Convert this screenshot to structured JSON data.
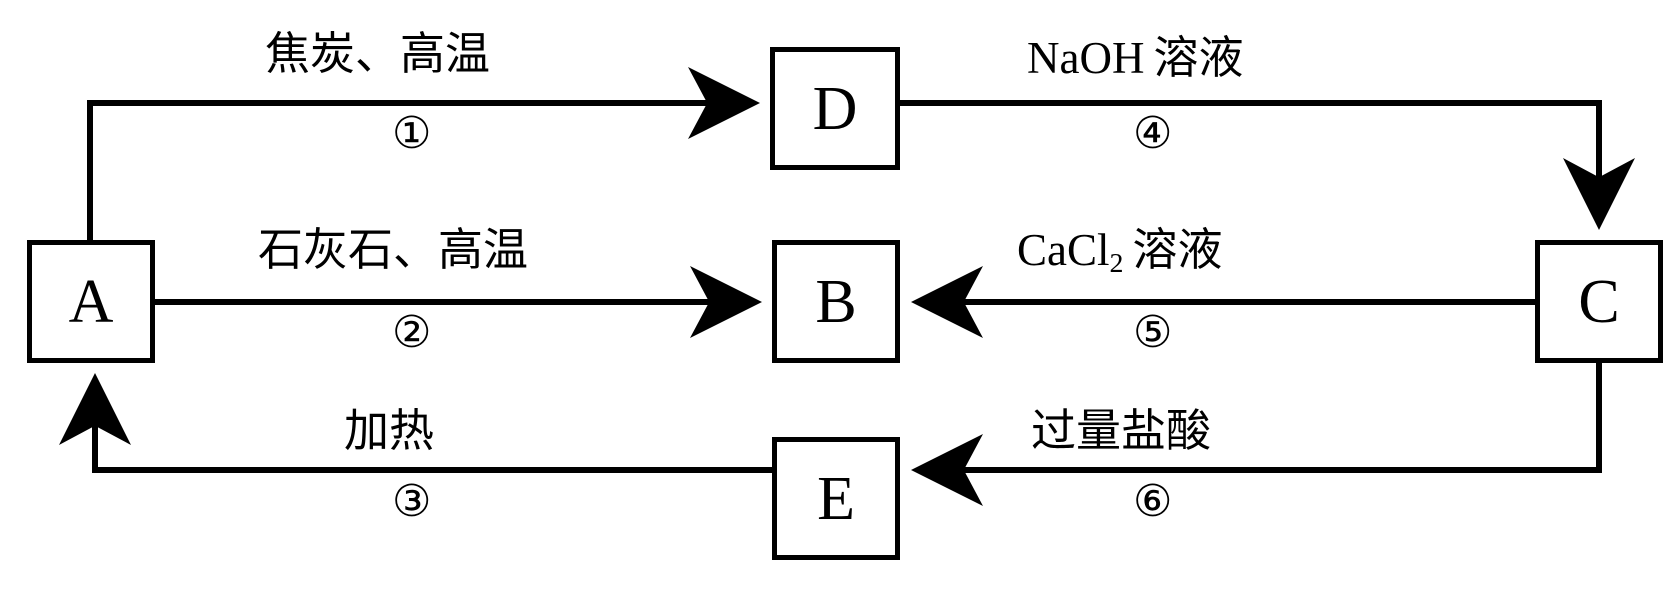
{
  "diagram": {
    "type": "chemistry-transformation-flowchart",
    "background_color": "#ffffff",
    "line_color": "#000000",
    "nodes": [
      {
        "id": "A",
        "label": "A"
      },
      {
        "id": "B",
        "label": "B"
      },
      {
        "id": "C",
        "label": "C"
      },
      {
        "id": "D",
        "label": "D"
      },
      {
        "id": "E",
        "label": "E"
      }
    ],
    "edges": [
      {
        "step": "①",
        "from": "A",
        "to": "D",
        "reagent_text": "焦炭、高温",
        "reagent_parts": [
          {
            "kind": "cjk",
            "text": "焦炭、高温"
          }
        ]
      },
      {
        "step": "②",
        "from": "A",
        "to": "B",
        "reagent_text": "石灰石、高温",
        "reagent_parts": [
          {
            "kind": "cjk",
            "text": "石灰石、高温"
          }
        ]
      },
      {
        "step": "③",
        "from": "E",
        "to": "A",
        "reagent_text": "加热",
        "reagent_parts": [
          {
            "kind": "cjk",
            "text": "加热"
          }
        ]
      },
      {
        "step": "④",
        "from": "D",
        "to": "C",
        "reagent_text": "NaOH 溶液",
        "reagent_parts": [
          {
            "kind": "formula",
            "text": "NaOH"
          },
          {
            "kind": "gap"
          },
          {
            "kind": "cjk",
            "text": "溶液"
          }
        ]
      },
      {
        "step": "⑤",
        "from": "C",
        "to": "B",
        "reagent_text": "CaCl2 溶液",
        "reagent_parts": [
          {
            "kind": "formula",
            "text": "CaCl",
            "sub": "2"
          },
          {
            "kind": "gap"
          },
          {
            "kind": "cjk",
            "text": "溶液"
          }
        ]
      },
      {
        "step": "⑥",
        "from": "C",
        "to": "E",
        "reagent_text": "过量盐酸",
        "reagent_parts": [
          {
            "kind": "cjk",
            "text": "过量盐酸"
          }
        ]
      }
    ],
    "labels": {
      "node_a": "A",
      "node_b": "B",
      "node_c": "C",
      "node_d": "D",
      "node_e": "E",
      "reagent_1": "焦炭、高温",
      "reagent_2": "石灰石、高温",
      "reagent_3": "加热",
      "reagent_4_formula": "NaOH",
      "reagent_4_cjk": "溶液",
      "reagent_5_formula": "CaCl",
      "reagent_5_sub": "2",
      "reagent_5_cjk": "溶液",
      "reagent_6": "过量盐酸",
      "step_1": "①",
      "step_2": "②",
      "step_3": "③",
      "step_4": "④",
      "step_5": "⑤",
      "step_6": "⑥"
    }
  }
}
